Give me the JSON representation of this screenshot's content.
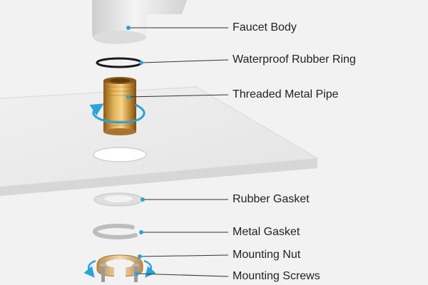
{
  "labels": {
    "faucet_body": "Faucet Body",
    "waterproof_ring": "Waterproof Rubber Ring",
    "threaded_pipe": "Threaded Metal Pipe",
    "rubber_gasket": "Rubber Gasket",
    "metal_gasket": "Metal Gasket",
    "mounting_nut": "Mounting Nut",
    "mounting_screws": "Mounting Screws"
  },
  "colors": {
    "background": "#f2f2f2",
    "leader_line": "#333333",
    "marker_dot": "#2aa3d8",
    "rotation_arrow": "#2aa3d8",
    "brass": "#c8923a",
    "countertop": "#e9e9e9"
  }
}
